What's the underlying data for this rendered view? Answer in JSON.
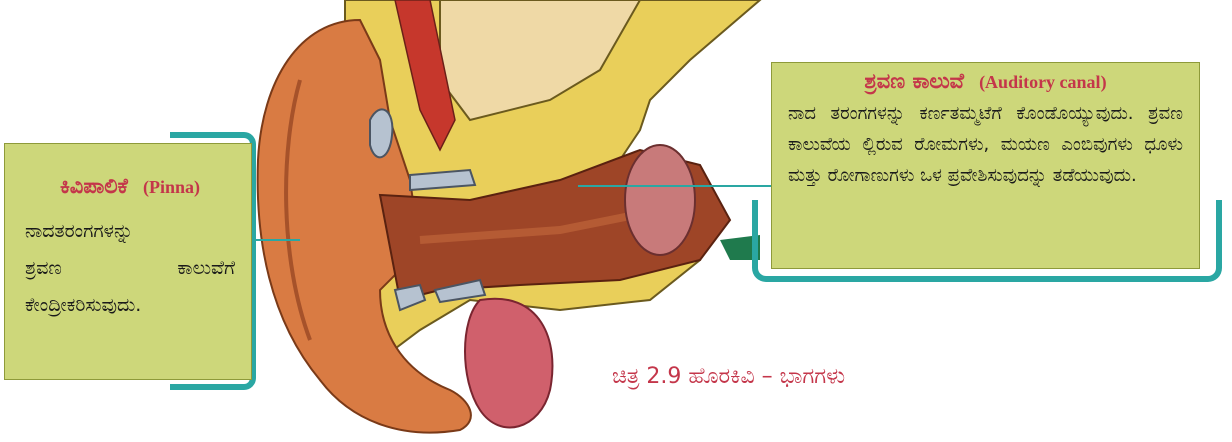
{
  "pinna": {
    "title_kn": "ಕಿವಿಪಾಲಿಕೆ",
    "title_en": "(Pinna)",
    "lines": [
      "ನಾದತರಂಗಗಳನ್ನು",
      "ಶ್ರವಣ ಕಾಲುವೆಗೆ",
      "ಕೇಂದ್ರೀಕರಿಸುವುದು."
    ]
  },
  "canal": {
    "title_kn": "ಶ್ರವಣ ಕಾಲುವೆ",
    "title_en": "(Auditory canal)",
    "text": "ನಾದ ತರಂಗಗಳನ್ನು ಕರ್ಣತಮ್ಮಟೆಗೆ ಕೊಂಡೊಯ್ಯುವುದು. ಶ್ರವಣ ಕಾಲುವೆಯ ಲ್ಲಿರುವ ರೋಮಗಳು, ಮಯಣ ಎಂಬಿವುಗಳು ಧೂಳು ಮತ್ತು ರೋಗಾಣುಗಳು ಒಳ ಪ್ರವೇಶಿಸುವುದನ್ನು ತಡೆಯುವುದು."
  },
  "caption": "ಚಿತ್ರ 2.9 ಹೊರಕಿವಿ – ಭಾಗಗಳು",
  "colors": {
    "label_box": "#cdd77a",
    "frame": "#2aa7a3",
    "title": "#c4364a",
    "leader_line": "#2aa7a3"
  }
}
